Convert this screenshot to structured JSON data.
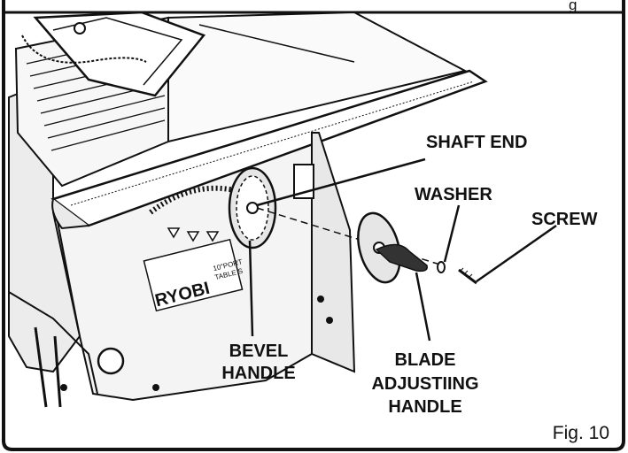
{
  "labels": {
    "shaft_end": "SHAFT END",
    "washer": "WASHER",
    "screw": "SCREW",
    "bevel_handle_line1": "BEVEL",
    "bevel_handle_line2": "HANDLE",
    "blade_adjusting_line1": "BLADE",
    "blade_adjusting_line2": "ADJUSTIING",
    "blade_adjusting_line3": "HANDLE"
  },
  "caption": "Fig. 10",
  "brand": {
    "logo": "RYOBI",
    "model_line1": "10\"PORT",
    "model_line2": "TABLE S"
  },
  "partial_text_top_right": "g"
}
